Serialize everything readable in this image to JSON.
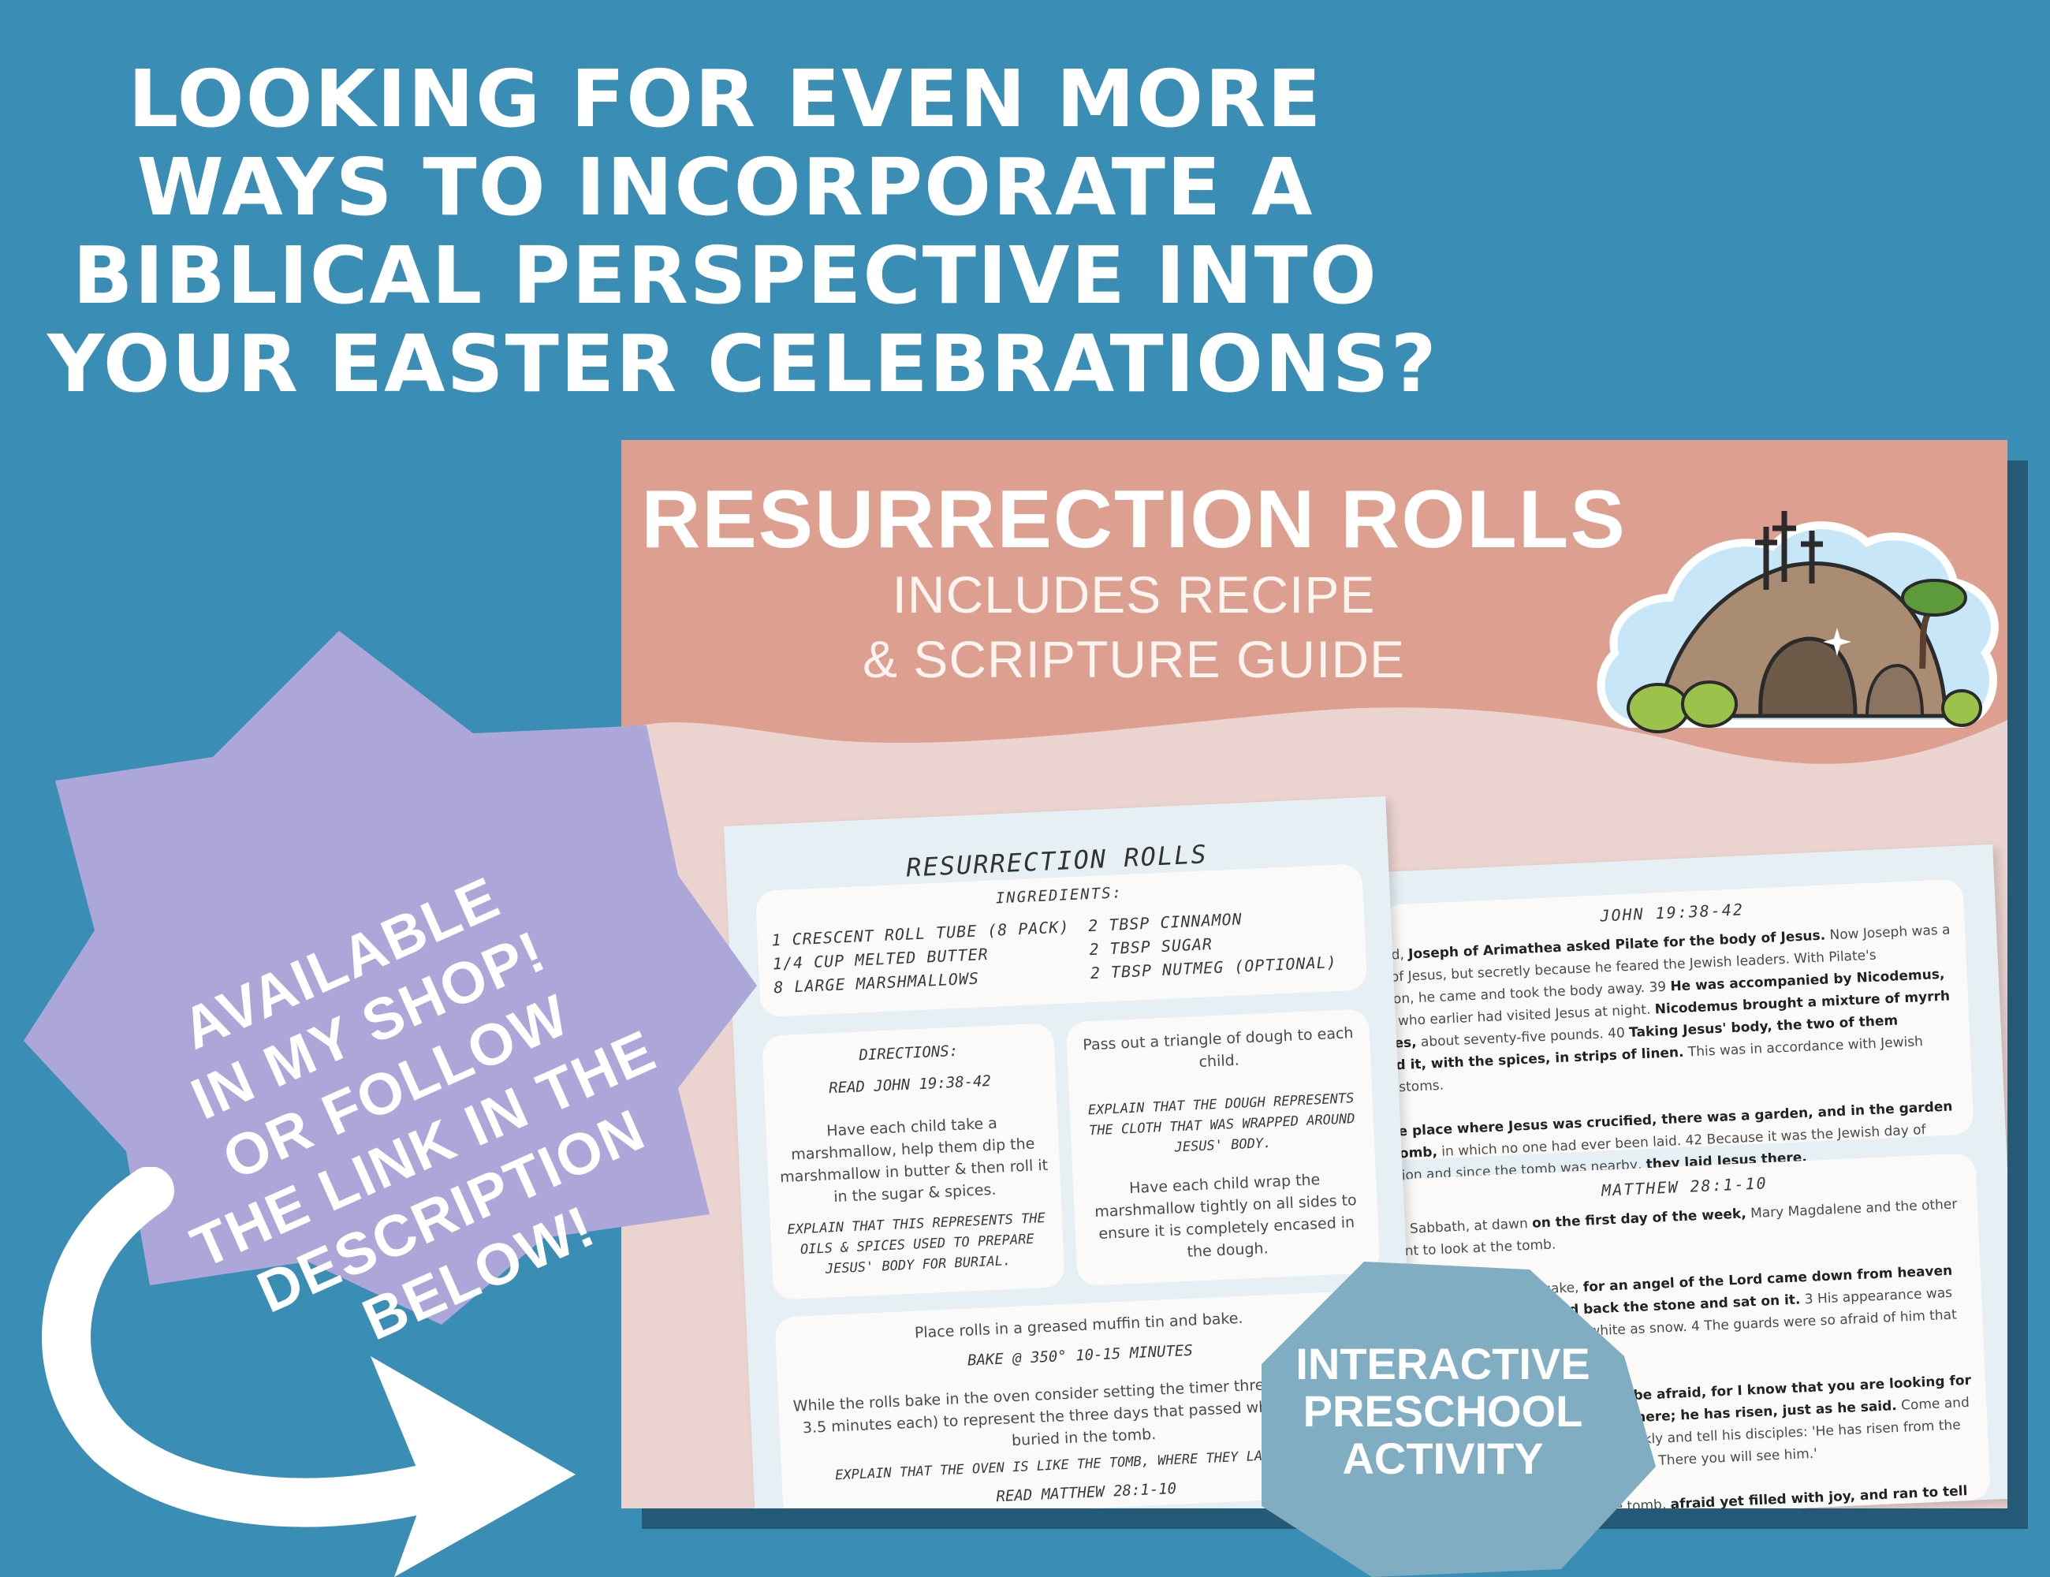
{
  "headline": {
    "lines": [
      "LOOKING FOR EVEN MORE",
      "WAYS TO INCORPORATE A",
      "BIBLICAL PERSPECTIVE INTO",
      "YOUR EASTER CELEBRATIONS?"
    ]
  },
  "product": {
    "title": "RESURRECTION ROLLS",
    "subtitle_line1": "INCLUDES RECIPE",
    "subtitle_line2": "& SCRIPTURE GUIDE",
    "tomb_illustration": "tomb-with-crosses-icon"
  },
  "recipe_page": {
    "title": "RESURRECTION ROLLS",
    "ingredients_heading": "INGREDIENTS:",
    "ingredients_left": [
      "1 CRESCENT ROLL TUBE (8 PACK)",
      "1/4 CUP MELTED BUTTER",
      "8 LARGE MARSHMALLOWS"
    ],
    "ingredients_right": [
      "2 TBSP CINNAMON",
      "2 TBSP SUGAR",
      "2 TBSP NUTMEG (OPTIONAL)"
    ],
    "directions_heading": "DIRECTIONS:",
    "read_1": "READ JOHN 19:38-42",
    "step_1": "Have each child take a marshmallow, help them dip the marshmallow in butter & then roll it in the sugar & spices.",
    "explain_1": "EXPLAIN THAT THIS REPRESENTS THE OILS & SPICES USED TO PREPARE JESUS' BODY FOR BURIAL.",
    "step_2": "Pass out a triangle of dough to each child.",
    "explain_2": "EXPLAIN THAT THE DOUGH REPRESENTS THE CLOTH THAT WAS WRAPPED AROUND JESUS' BODY.",
    "step_3": "Have each child wrap the marshmallow tightly on all sides to ensure it is completely encased in the dough.",
    "step_4": "Place rolls in a greased muffin tin and bake.",
    "bake": "BAKE @ 350°    10-15 MINUTES",
    "step_5": "While the rolls bake in the oven consider setting the timer three times (for 3-3.5 minutes each) to represent the three days that passed while Jesus was buried in the tomb.",
    "explain_3": "EXPLAIN THAT THE OVEN IS LIKE THE TOMB, WHERE THEY LAID JESUS.",
    "read_2": "READ MATTHEW 28:1-10"
  },
  "scripture_page": {
    "ref_1": "JOHN 19:38-42",
    "ref_2": "MATTHEW 28:1-10"
  },
  "badge": {
    "lines": [
      "INTERACTIVE",
      "PRESCHOOL",
      "ACTIVITY"
    ]
  },
  "callout": {
    "lines": [
      "AVAILABLE",
      "IN MY SHOP!",
      "OR FOLLOW",
      "THE LINK IN THE",
      "DESCRIPTION",
      "BELOW!"
    ]
  },
  "colors": {
    "background": "#3a8db4",
    "mockup_salmon": "#dd9f90",
    "mockup_pink": "#ebd3cf",
    "page_blue": "#e6f0f4",
    "burst_lavender": "#ada7d9",
    "badge_blue": "#81adc3"
  }
}
